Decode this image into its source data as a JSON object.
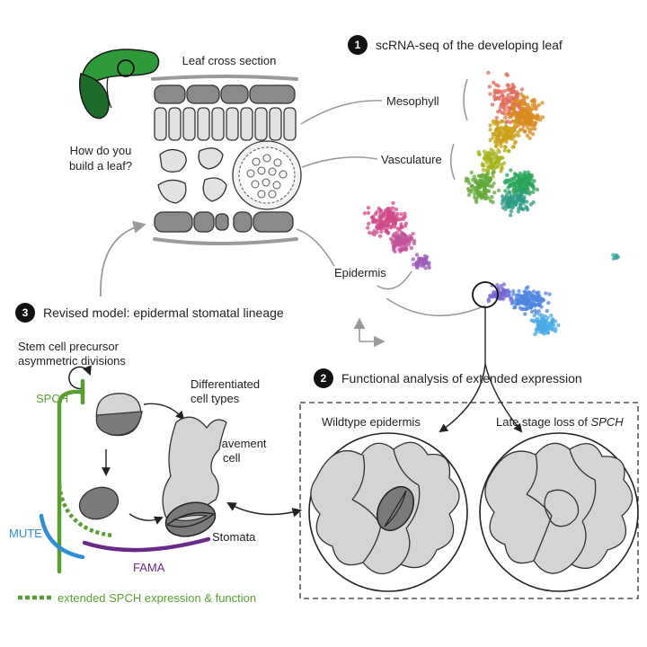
{
  "title_leaf": "Leaf cross section",
  "question_line1": "How do you",
  "question_line2": "build a leaf?",
  "steps": [
    {
      "num": "1",
      "label": "scRNA-seq of the developing leaf"
    },
    {
      "num": "2",
      "label": "Functional analysis of extended expression"
    },
    {
      "num": "3",
      "label": "Revised model: epidermal stomatal lineage"
    }
  ],
  "tissues": {
    "mesophyll": "Mesophyll",
    "vasculature": "Vasculature",
    "epidermis": "Epidermis"
  },
  "lineage": {
    "stem_line1": "Stem cell precursor",
    "stem_line2": "asymmetric divisions",
    "diff_line1": "Differentiated",
    "diff_line2": "cell types",
    "pavement_line1": "Pavement",
    "pavement_line2": "cell",
    "stomata": "Stomata",
    "spch": "SPCH",
    "mute": "MUTE",
    "fama": "FAMA",
    "legend": "extended SPCH expression & function"
  },
  "panels": {
    "wildtype": "Wildtype epidermis",
    "late_prefix": "Late stage loss of ",
    "late_gene": "SPCH"
  },
  "colors": {
    "spch": "#5a9e32",
    "mute": "#2f8fd6",
    "fama": "#6a2a8a",
    "leaf_dark": "#1e6b2a",
    "leaf_light": "#2f9a3a",
    "cell_light": "#d4d4d4",
    "cell_dark": "#7a7a7a"
  }
}
